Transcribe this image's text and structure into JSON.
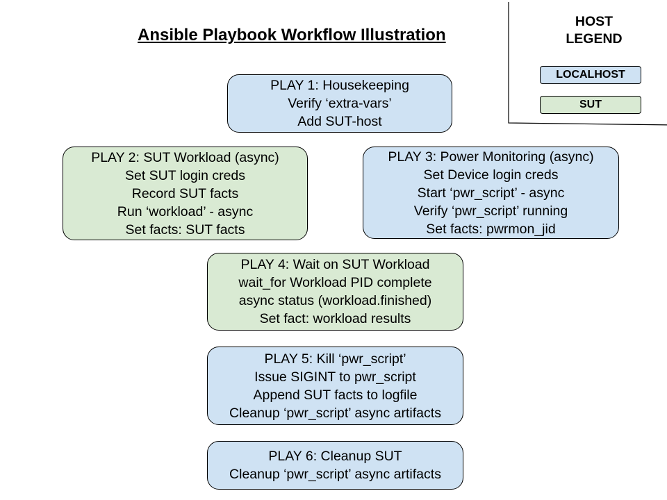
{
  "title": "Ansible Playbook Workflow Illustration",
  "colors": {
    "localhost": "#cfe2f3",
    "sut": "#d9ead3"
  },
  "legend": {
    "title_line1": "HOST",
    "title_line2": "LEGEND",
    "localhost": "LOCALHOST",
    "sut": "SUT"
  },
  "plays": [
    {
      "host": "localhost",
      "lines": [
        "PLAY 1: Housekeeping",
        "Verify ‘extra-vars’",
        "Add SUT-host"
      ]
    },
    {
      "host": "sut",
      "lines": [
        "PLAY 2: SUT Workload (async)",
        "Set SUT login creds",
        "Record SUT facts",
        "Run ‘workload’ - async",
        "Set facts: SUT facts"
      ]
    },
    {
      "host": "localhost",
      "lines": [
        "PLAY 3: Power Monitoring (async)",
        "Set Device login creds",
        "Start ‘pwr_script’ - async",
        "Verify ‘pwr_script’ running",
        "Set facts: pwrmon_jid"
      ]
    },
    {
      "host": "sut",
      "lines": [
        "PLAY 4: Wait on SUT Workload",
        "wait_for Workload PID complete",
        "async status (workload.finished)",
        "Set fact: workload results"
      ]
    },
    {
      "host": "localhost",
      "lines": [
        "PLAY 5: Kill ‘pwr_script’",
        "Issue SIGINT to pwr_script",
        "Append SUT facts to logfile",
        "Cleanup ‘pwr_script’ async artifacts"
      ]
    },
    {
      "host": "localhost",
      "lines": [
        "PLAY 6: Cleanup SUT",
        "Cleanup ‘pwr_script’ async artifacts"
      ]
    }
  ]
}
